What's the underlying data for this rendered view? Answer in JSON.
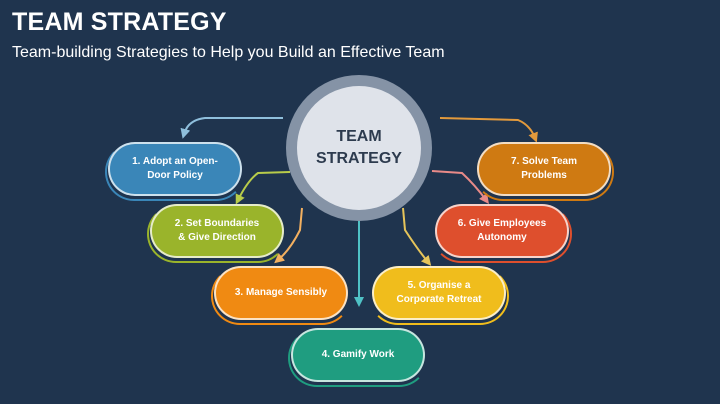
{
  "header": {
    "title": "TEAM STRATEGY",
    "subtitle": "Team-building Strategies to Help you Build an Effective Team"
  },
  "center": {
    "line1": "TEAM",
    "line2": "STRATEGY"
  },
  "strategies": [
    {
      "label": "1. Adopt an Open-Door Policy",
      "color": "#3a86b8"
    },
    {
      "label": "2. Set Boundaries & Give Direction",
      "color": "#9ab42b"
    },
    {
      "label": "3. Manage Sensibly",
      "color": "#f08a12"
    },
    {
      "label": "4. Gamify Work",
      "color": "#1f9d80"
    },
    {
      "label": "5. Organise a Corporate Retreat",
      "color": "#f0bd1c"
    },
    {
      "label": "6. Give Employees Autonomy",
      "color": "#de4f2d"
    },
    {
      "label": "7. Solve Team Problems",
      "color": "#cf7a12"
    }
  ]
}
